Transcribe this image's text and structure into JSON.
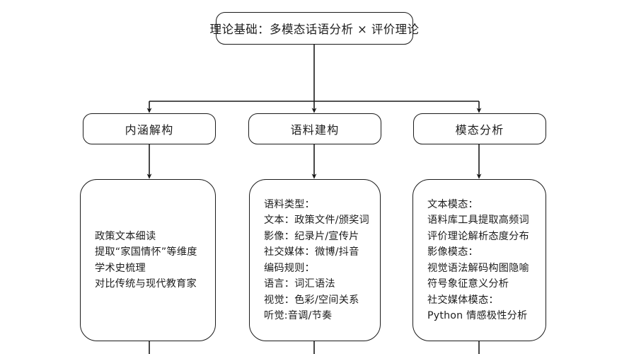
{
  "diagram": {
    "title_node": {
      "label": "理论基础：多模态话语分析 × 评价理论"
    },
    "branches": [
      {
        "label": "内涵解构"
      },
      {
        "label": "语料建构"
      },
      {
        "label": "模态分析"
      }
    ],
    "details": [
      {
        "lines": [
          "政策文本细读",
          "提取“家国情怀”等维度",
          "学术史梳理",
          "对比传统与现代教育家"
        ]
      },
      {
        "lines": [
          "语料类型：",
          "文本：政策文件/颁奖词",
          "影像：纪录片/宣传片",
          "社交媒体：微博/抖音",
          "编码规则：",
          "语言：词汇语法",
          "视觉：色彩/空间关系",
          "听觉:音调/节奏"
        ]
      },
      {
        "lines": [
          "文本模态：",
          "语料库工具提取高频词",
          "评价理论解析态度分布",
          "影像模态：",
          "视觉语法解码构图隐喻",
          "符号象征意义分析",
          "社交媒体模态：",
          "Python 情感极性分析"
        ]
      }
    ],
    "colors": {
      "stroke": "#1a1a1a",
      "fill": "#ffffff",
      "text": "#1d1d1d"
    }
  }
}
